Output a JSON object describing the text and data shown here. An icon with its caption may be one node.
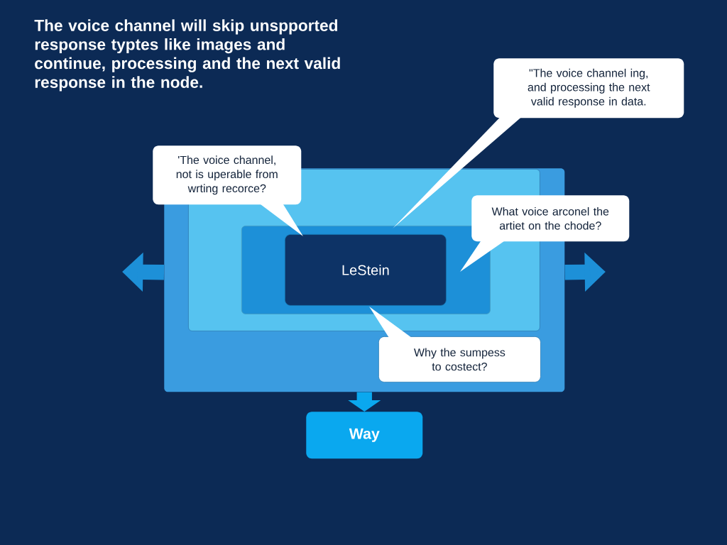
{
  "diagram": {
    "title": "The voice channel will skip unspported response typtes like images and continue, processing and the next valid response in the node.",
    "nodes": [
      {
        "text": [],
        "shape": "box"
      },
      {
        "text": [],
        "shape": "box",
        "in": 0
      },
      {
        "text": [],
        "shape": "box",
        "in": 1
      },
      {
        "text": [
          "LeStein"
        ],
        "in": 2
      },
      {
        "text": [
          "Way"
        ]
      },
      {
        "text": [
          "'The voice channel, not is uperable from wrting recorce?"
        ]
      },
      {
        "text": [
          "\"The voice channel ing, and processing the next valid response in data."
        ]
      },
      {
        "text": [
          "What voice arconel the artiet on the chode?"
        ]
      },
      {
        "text": [
          "Why the sumpess to costect?"
        ],
        "in": 0
      }
    ],
    "edges": [
      {
        "from": 0,
        "to": null,
        "arrow": "to"
      },
      {
        "from": 0,
        "to": null,
        "arrow": "to"
      },
      {
        "from": 0,
        "to": 4,
        "arrow": "to"
      },
      {
        "from": 5,
        "to": 3,
        "arrow": "none"
      },
      {
        "from": 6,
        "to": 3,
        "arrow": "none"
      },
      {
        "from": 7,
        "to": 3,
        "arrow": "none"
      },
      {
        "from": 8,
        "to": 3,
        "arrow": "none"
      }
    ]
  }
}
